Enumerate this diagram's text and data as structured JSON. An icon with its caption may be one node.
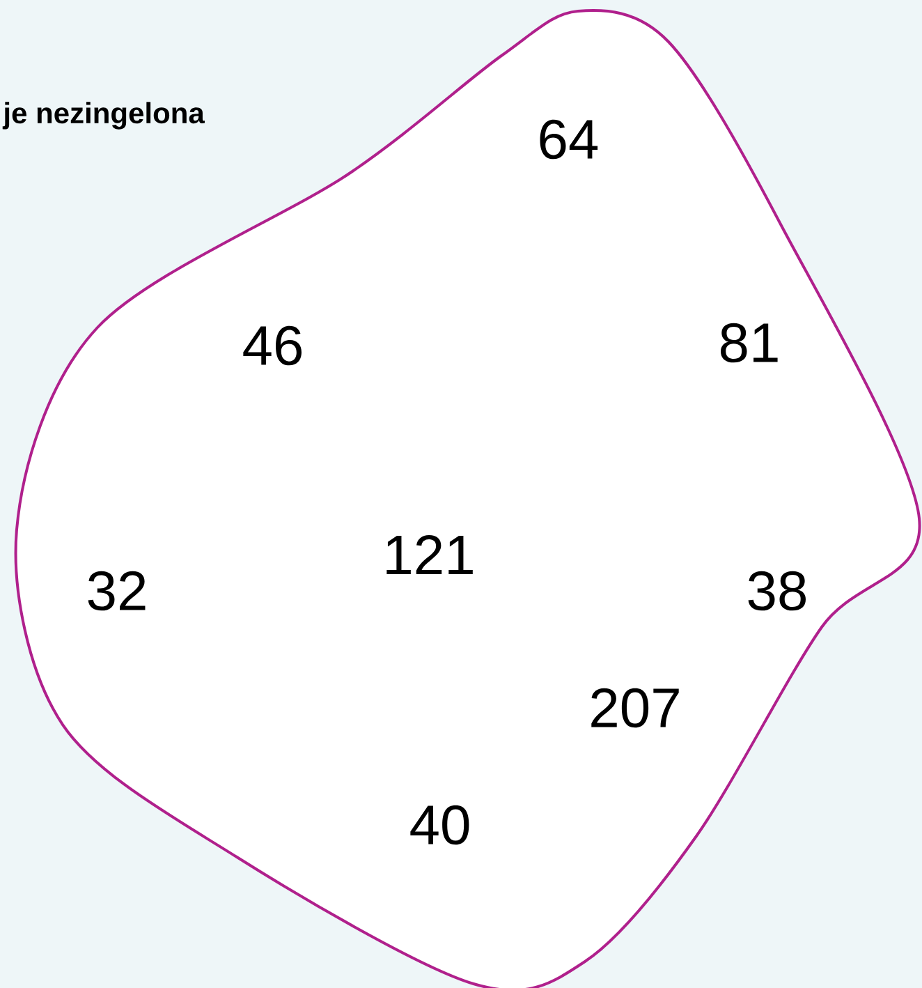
{
  "diagram": {
    "nodes": [
      {
        "text": [
          "64",
          "46",
          "81",
          "121",
          "32",
          "38",
          "207",
          "40"
        ]
      }
    ],
    "labels": [
      "je nezingelona"
    ]
  }
}
